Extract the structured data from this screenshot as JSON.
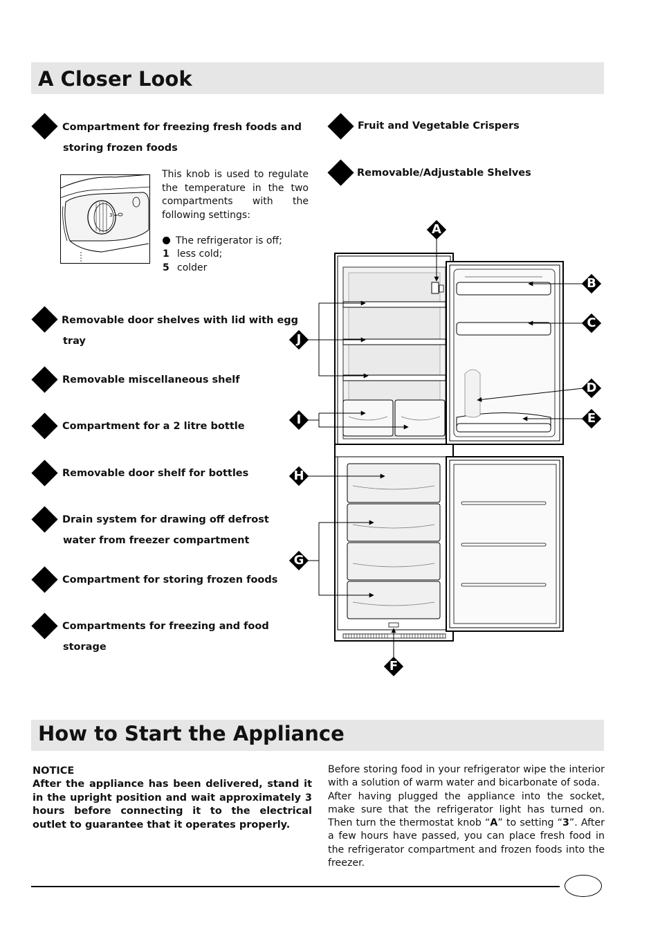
{
  "sections": {
    "closer_look_title": "A Closer Look",
    "start_title": "How to Start the Appliance"
  },
  "left_items": [
    {
      "lines": [
        "Compartment for freezing fresh foods and",
        "storing frozen foods"
      ]
    },
    {
      "lines": [
        "Removable door shelves with lid with egg",
        "tray"
      ]
    },
    {
      "lines": [
        "Removable miscellaneous shelf"
      ]
    },
    {
      "lines": [
        "Compartment for a 2 litre bottle"
      ]
    },
    {
      "lines": [
        "Removable door shelf for bottles"
      ]
    },
    {
      "lines": [
        "Drain system for drawing off defrost",
        "water from freezer compartment"
      ]
    },
    {
      "lines": [
        "Compartment for storing frozen foods"
      ]
    },
    {
      "lines": [
        "Compartments for freezing and food",
        "storage"
      ]
    }
  ],
  "right_items": [
    {
      "text": "Fruit and Vegetable Crispers"
    },
    {
      "text": "Removable/Adjustable Shelves"
    }
  ],
  "knob": {
    "description": "This knob is used to regulate the temperature in the two compartments with the following settings:",
    "settings": [
      {
        "key": "",
        "text": "The refrigerator is off;"
      },
      {
        "key": "1",
        "text": "less cold;"
      },
      {
        "key": "5",
        "text": "colder"
      }
    ],
    "dial_mark": "3"
  },
  "diagram_labels": {
    "A": "A",
    "B": "B",
    "C": "C",
    "D": "D",
    "E": "E",
    "F": "F",
    "G": "G",
    "H": "H",
    "I": "I",
    "J": "J"
  },
  "notice": {
    "heading": "NOTICE",
    "body": "After the appliance has been delivered, stand it in the upright position and wait approximately 3 hours before connecting it to the electrical outlet to guarantee that it operates properly."
  },
  "start_text": {
    "p1": "Before storing food in your refrigerator wipe the interior with a solution of warm water and bicarbonate of soda.",
    "p2_a": "After having plugged the appliance into the socket, make sure that the refrigerator light has turned on. Then turn the thermostat knob “",
    "p2_knob": "A",
    "p2_b": "” to setting “",
    "p2_setting": "3",
    "p2_c": "”. After a few hours have passed, you can place fresh food in the refrigerator compartment  and frozen foods into the freezer."
  }
}
